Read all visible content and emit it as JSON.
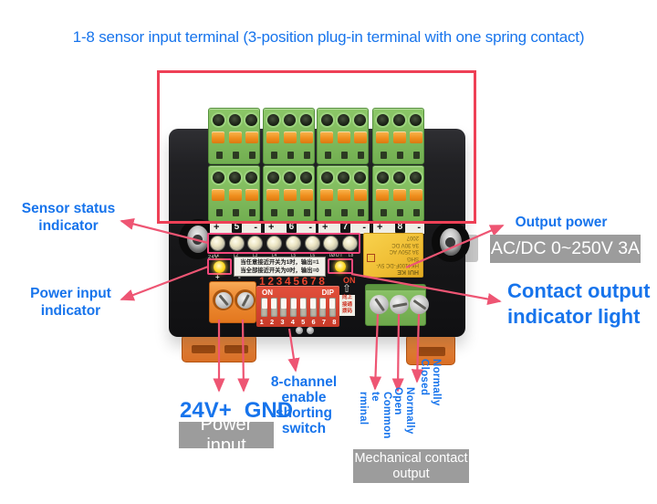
{
  "title": "1-8 sensor input terminal (3-position plug-in terminal with one spring contact)",
  "colors": {
    "label_blue": "#1774ec",
    "arrow_pink": "#ee5573",
    "annotation_red": "#ee4056",
    "pink_box": "#f2477c",
    "badge_gray": "#9c9c9c"
  },
  "callouts": {
    "sensor_status_1": "Sensor status",
    "sensor_status_2": "indicator",
    "power_input_1": "Power input",
    "power_input_2": "indicator",
    "output_power": "Output power",
    "acdc_badge": "AC/DC 0~250V 3A",
    "contact_output_1": "Contact output",
    "contact_output_2": "indicator light",
    "v24": "24V+",
    "gnd": "GND",
    "power_badge": "Power input",
    "dip_1": "8-channel",
    "dip_2": "enable",
    "dip_3": "shorting",
    "dip_4": "switch",
    "common_terminal_1": "Common te",
    "common_terminal_2": "rminal",
    "normally_open": "Normally Open",
    "normally_closed": "Normally Closed",
    "mech_badge_1": "Mechanical contact",
    "mech_badge_2": "output"
  },
  "board": {
    "channels": [
      "5",
      "6",
      "7",
      "8"
    ],
    "plus": "+",
    "minus": "-",
    "led_labels": [
      "L1",
      "L2",
      "L3",
      "L4",
      "L5",
      "L6",
      "L7",
      "L8"
    ],
    "power_led_label": "24V",
    "out_led_label": "OUT",
    "instruction_line1": "当任意接近开关为1时，输出=1",
    "instruction_line2": "当全部接近开关为0时，输出=0",
    "on_text": "ON",
    "up_arrow": "⇧",
    "up_marking_rows": [
      "向上",
      "接通",
      "拨码"
    ],
    "dip_on": "ON",
    "dip_label": "DIP",
    "dip_numbers": [
      "1",
      "2",
      "3",
      "4",
      "5",
      "6",
      "7",
      "8"
    ],
    "power_terminal_plus": "+",
    "power_terminal_minus": "-",
    "relay_lines": [
      "HUI KE",
      "HK4100F-DC 5V-SHG",
      "3A 250V AC",
      "3A 30V DC",
      "2007"
    ]
  }
}
